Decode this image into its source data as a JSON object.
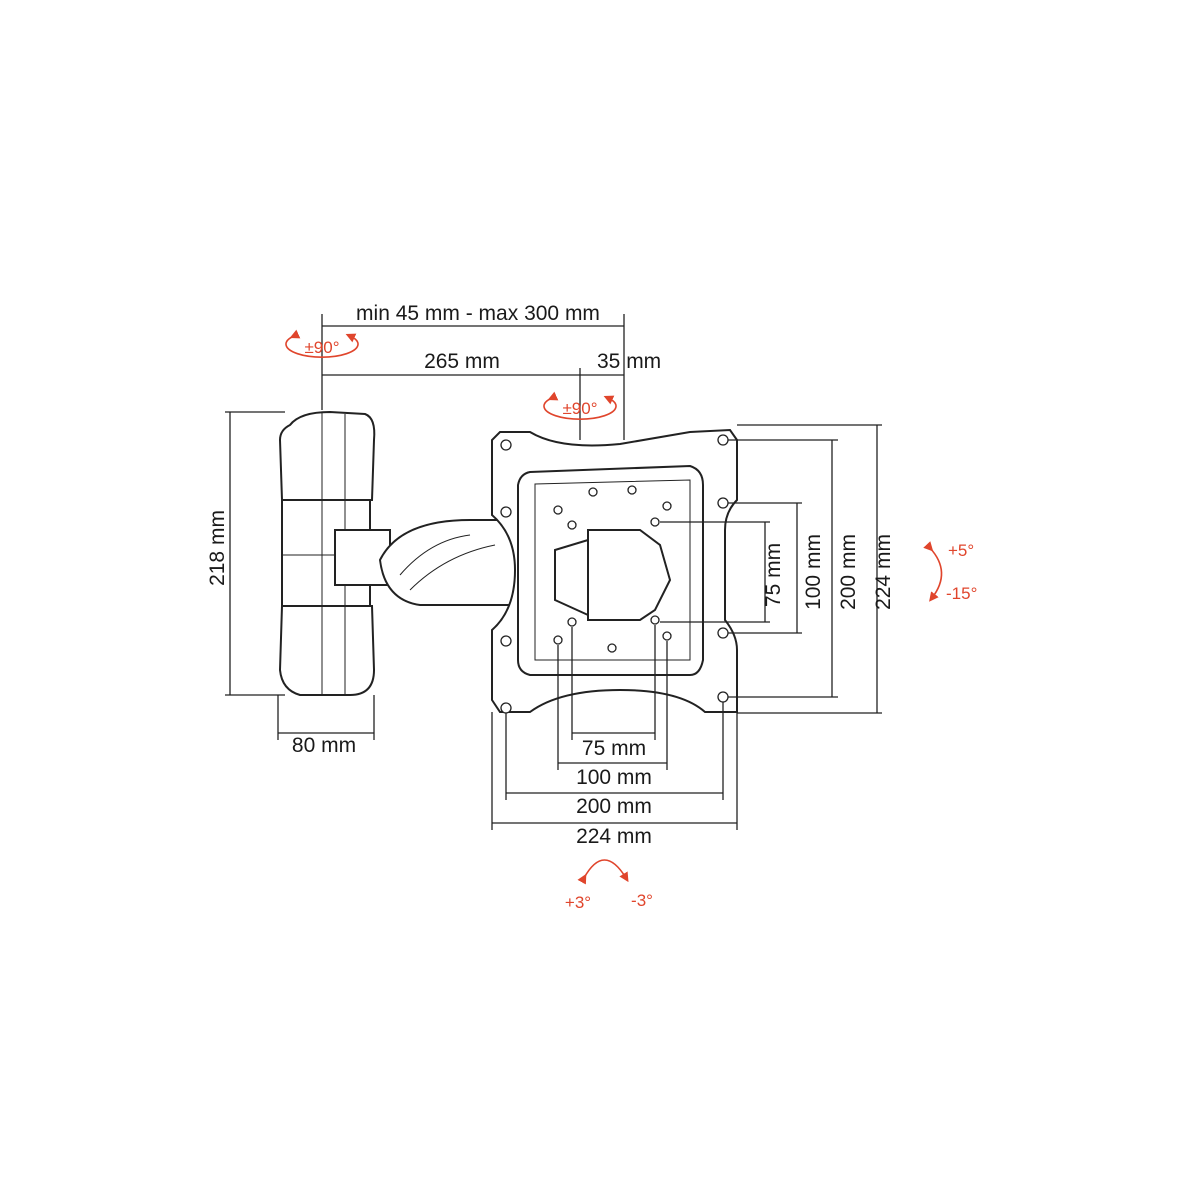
{
  "dimensions": {
    "arm_range": "min 45 mm - max 300 mm",
    "arm_length": "265 mm",
    "offset": "35 mm",
    "wall_plate_height": "218 mm",
    "wall_plate_width": "80 mm",
    "vesa_h_75": "75 mm",
    "vesa_h_100": "100 mm",
    "vesa_h_200": "200 mm",
    "plate_width": "224 mm",
    "vesa_v_75": "75 mm",
    "vesa_v_100": "100 mm",
    "vesa_v_200": "200 mm",
    "plate_height": "224 mm"
  },
  "rotation": {
    "wall_swivel": "±90°",
    "head_swivel": "±90°",
    "tilt_up": "+5°",
    "tilt_down": "-15°",
    "level_plus": "+3°",
    "level_minus": "-3°"
  },
  "colors": {
    "accent": "#e0452c",
    "line": "#222222"
  }
}
